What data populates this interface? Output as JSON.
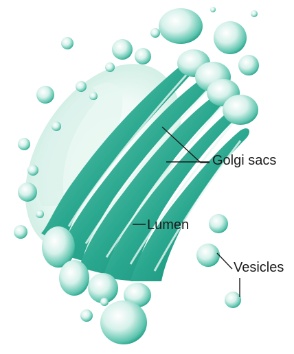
{
  "labels": {
    "golgi_sacs": "Golgi sacs",
    "lumen": "Lumen",
    "vesicles": "Vesicles"
  },
  "colors": {
    "membrane_dark": "#0f8f7a",
    "membrane_mid": "#33b39d",
    "membrane_light": "#bfe9df",
    "lumen_glow": "#eef8f4",
    "leader_line": "#1a1a1a"
  },
  "icons": {
    "structure": "golgi-apparatus-illustration"
  }
}
